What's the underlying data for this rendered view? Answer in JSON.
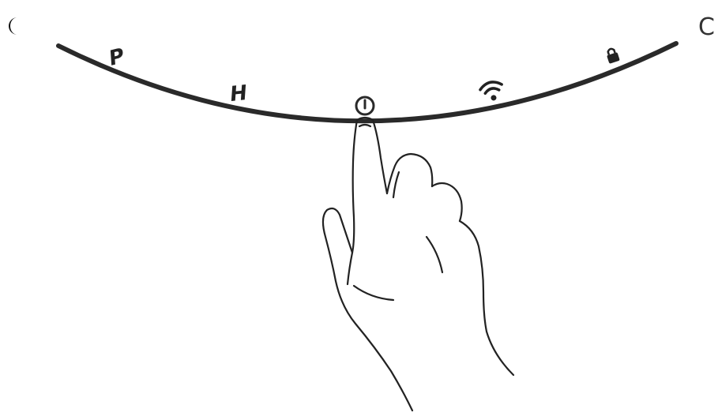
{
  "slider": {
    "left_end_icon": "crescent-moon-icon",
    "right_end_icon": "open-circle-icon",
    "thumb_icon": "power-icon",
    "marks": [
      {
        "label": "P",
        "icon": null
      },
      {
        "label": "H",
        "icon": null
      },
      {
        "label": null,
        "icon": "wifi-icon"
      },
      {
        "label": null,
        "icon": "lock-icon"
      }
    ],
    "right_end_glyph": "C"
  },
  "gesture": {
    "icon": "pointing-hand-icon"
  },
  "colors": {
    "ink": "#222222",
    "background": "#ffffff"
  }
}
